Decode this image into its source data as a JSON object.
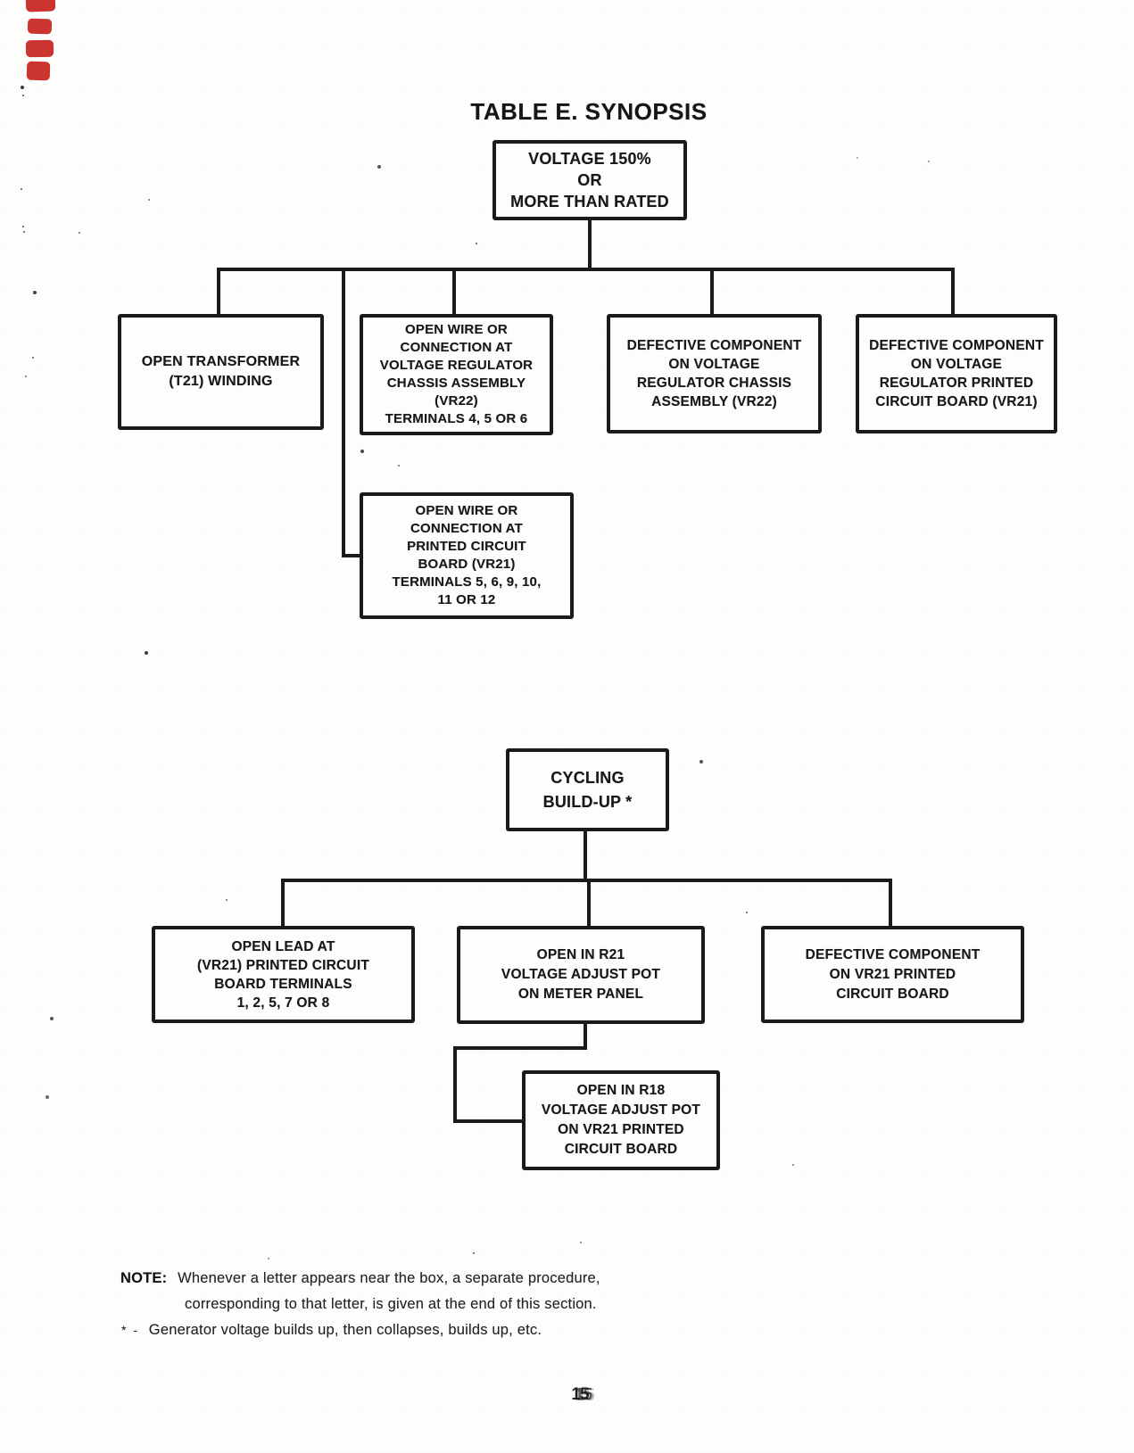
{
  "title": "TABLE E. SYNOPSIS",
  "tree1": {
    "root": {
      "text": "VOLTAGE 150%\nOR\nMORE THAN RATED"
    },
    "boxes": [
      {
        "name": "open-transformer-winding",
        "text": "OPEN TRANSFORMER\n(T21) WINDING"
      },
      {
        "name": "open-wire-vr22-chassis",
        "text": "OPEN WIRE OR\nCONNECTION AT\nVOLTAGE REGULATOR\nCHASSIS ASSEMBLY\n(VR22)\nTERMINALS 4, 5 OR 6"
      },
      {
        "name": "defective-component-vr22-chassis",
        "text": "DEFECTIVE COMPONENT\nON VOLTAGE\nREGULATOR CHASSIS\nASSEMBLY (VR22)"
      },
      {
        "name": "defective-component-vr21-board",
        "text": "DEFECTIVE COMPONENT\nON VOLTAGE\nREGULATOR PRINTED\nCIRCUIT BOARD (VR21)"
      },
      {
        "name": "open-wire-vr21-board",
        "text": "OPEN WIRE OR\nCONNECTION AT\nPRINTED CIRCUIT\nBOARD (VR21)\nTERMINALS 5, 6, 9, 10,\n11 OR 12"
      }
    ]
  },
  "tree2": {
    "root": {
      "text": "CYCLING\nBUILD-UP *"
    },
    "boxes": [
      {
        "name": "open-lead-vr21-terminals",
        "text": "OPEN LEAD AT\n(VR21) PRINTED CIRCUIT\nBOARD TERMINALS\n1, 2, 5, 7 OR 8"
      },
      {
        "name": "open-r21-voltage-adjust-pot",
        "text": "OPEN IN R21\nVOLTAGE ADJUST POT\nON METER PANEL"
      },
      {
        "name": "defective-component-vr21-printed",
        "text": "DEFECTIVE COMPONENT\nON VR21 PRINTED\nCIRCUIT BOARD"
      },
      {
        "name": "open-r18-voltage-adjust-pot",
        "text": "OPEN IN R18\nVOLTAGE ADJUST POT\nON VR21 PRINTED\nCIRCUIT BOARD"
      }
    ]
  },
  "note": {
    "label": "NOTE:",
    "line1": "Whenever a letter appears near the box, a separate procedure,",
    "line2": "corresponding to that letter, is given at the end of this section.",
    "footnote_marker": "* -",
    "footnote": "Generator voltage builds up, then collapses, builds up, etc."
  },
  "page_number": "15",
  "colors": {
    "ink": "#1a1a1a",
    "paper": "#fdfdfc",
    "stamp_red": "#c8231e"
  }
}
